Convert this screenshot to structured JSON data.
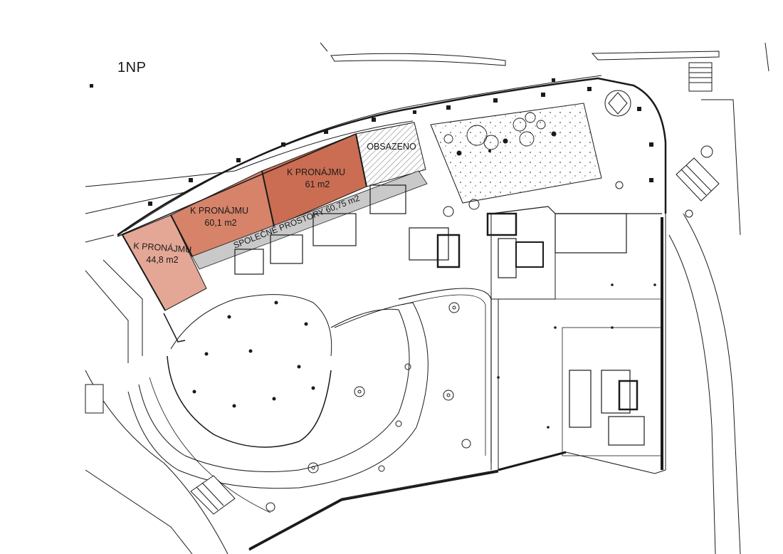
{
  "floor": {
    "label": "1NP"
  },
  "colors": {
    "unit_a": "#e4a796",
    "unit_b": "#d6836a",
    "unit_c": "#ca6d52",
    "common": "#c9c9c9",
    "occupied_hatch": "#8a8a8a",
    "line": "#1a1a1a"
  },
  "units": [
    {
      "id": "unit-44",
      "status": "K PRONÁJMU",
      "area": "44,8 m2",
      "color_key": "unit_a"
    },
    {
      "id": "unit-60",
      "status": "K PRONÁJMU",
      "area": "60,1 m2",
      "color_key": "unit_b"
    },
    {
      "id": "unit-61",
      "status": "K PRONÁJMU",
      "area": "61 m2",
      "color_key": "unit_c"
    },
    {
      "id": "unit-occupied",
      "status": "OBSAZENO",
      "area": "",
      "color_key": "occupied_hatch"
    }
  ],
  "common_area": {
    "label": "SPOLEČNÉ PROSTORY 60,75 m2"
  }
}
